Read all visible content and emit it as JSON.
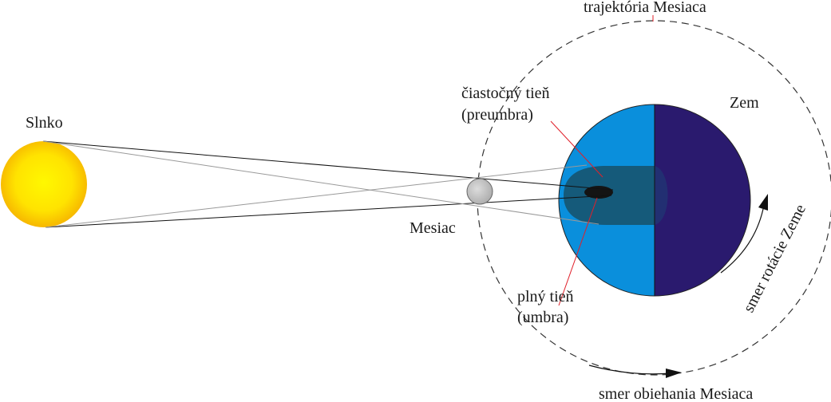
{
  "labels": {
    "sun": "Slnko",
    "moon": "Mesiac",
    "earth": "Zem",
    "moon_trajectory": "trajektória Mesiaca",
    "penumbra_line1": "čiastočný tieň",
    "penumbra_line2": "(preumbra)",
    "umbra_line1": "plný tieň",
    "umbra_line2": "(umbra)",
    "earth_rotation": "smer rotácie Zeme",
    "moon_orbit_direction": "smer obiehania Mesiaca"
  },
  "colors": {
    "sun_core": "#fff200",
    "sun_edge": "#f7b500",
    "earth_day": "#0a8fdc",
    "earth_night": "#2a1a6e",
    "penumbra": "#155a7a",
    "umbra": "#141414",
    "moon": "#c8c8c8",
    "red_leader": "#e0202a"
  }
}
